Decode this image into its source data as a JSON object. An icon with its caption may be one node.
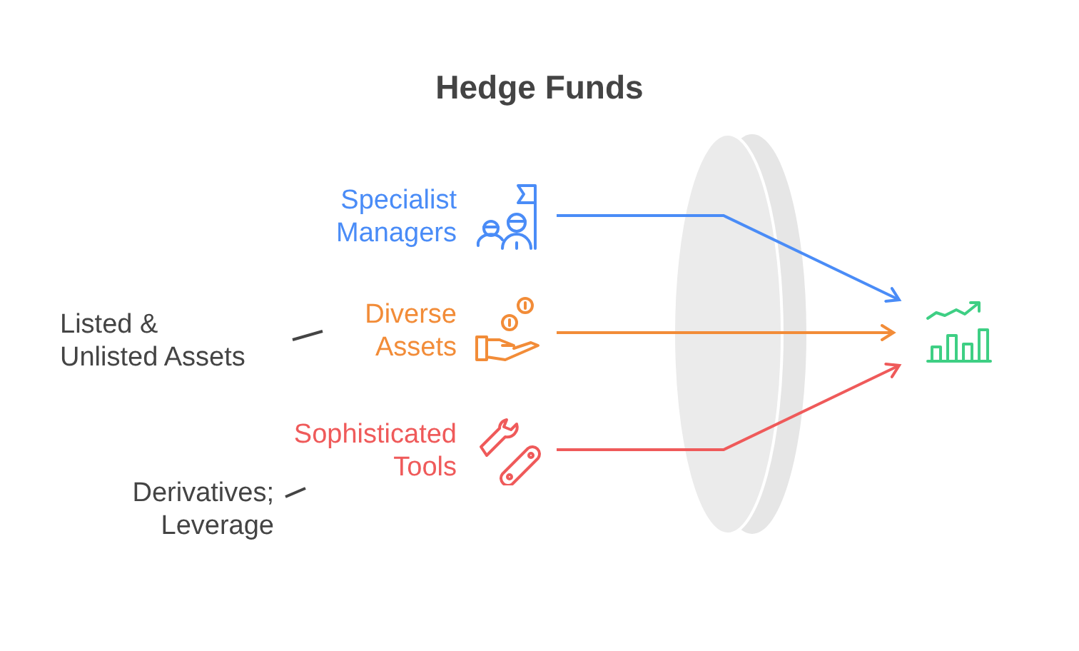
{
  "diagram": {
    "title": "Hedge Funds",
    "nodes": [
      {
        "text": [
          "Specialist Managers"
        ]
      },
      {
        "text": [
          "Diverse Assets"
        ]
      },
      {
        "text": [
          "Sophisticated Tools"
        ]
      },
      {
        "text": [],
        "shape": "picture"
      },
      {
        "text": [
          "Listed & Unlisted Assets"
        ]
      },
      {
        "text": [
          "Derivatives; Leverage"
        ]
      }
    ],
    "edges": [
      {
        "from": 0,
        "to": 3,
        "arrow": "to",
        "color": "#4a8cf7"
      },
      {
        "from": 1,
        "to": 3,
        "arrow": "to",
        "color": "#f28c38"
      },
      {
        "from": 2,
        "to": 3,
        "arrow": "to",
        "color": "#ef5a5a"
      },
      {
        "from": 4,
        "to": 1,
        "arrow": "none"
      },
      {
        "from": 5,
        "to": 2,
        "arrow": "none"
      }
    ]
  }
}
